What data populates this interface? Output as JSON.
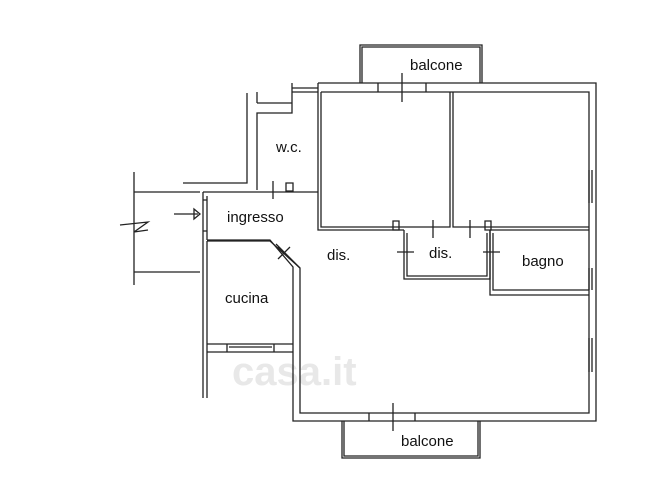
{
  "plan": {
    "rooms": {
      "balcone_top": "balcone",
      "balcone_bottom": "balcone",
      "wc": "w.c.",
      "ingresso": "ingresso",
      "dis_main": "dis.",
      "dis_small": "dis.",
      "bagno": "bagno",
      "cucina": "cucina"
    },
    "watermark": "casa.it"
  }
}
